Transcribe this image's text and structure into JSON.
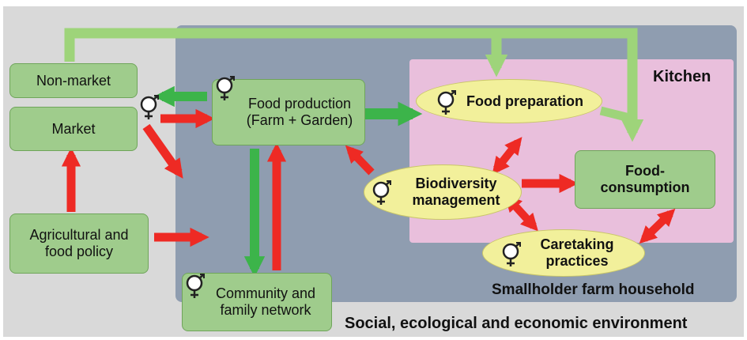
{
  "labels": {
    "outer": "Social, ecological and economic environment",
    "household": "Smallholder farm household",
    "kitchen": "Kitchen"
  },
  "nodes": {
    "non_market": "Non-market",
    "market": "Market",
    "policy_line1": "Agricultural and",
    "policy_line2": "food policy",
    "food_production_line1": "Food production",
    "food_production_line2": "(Farm + Garden)",
    "community_line1": "Community and",
    "community_line2": "family network",
    "food_preparation": "Food preparation",
    "biodiversity_line1": "Biodiversity",
    "biodiversity_line2": "management",
    "food_consumption_line1": "Food-",
    "food_consumption_line2": "consumption",
    "caretaking_line1": "Caretaking",
    "caretaking_line2": "practices"
  },
  "colors": {
    "green_arrow": "#3cb44a",
    "light_green_arrow": "#9ed47a",
    "red_arrow": "#ee2a24"
  },
  "icons": [
    "gender-symbol-icon"
  ]
}
